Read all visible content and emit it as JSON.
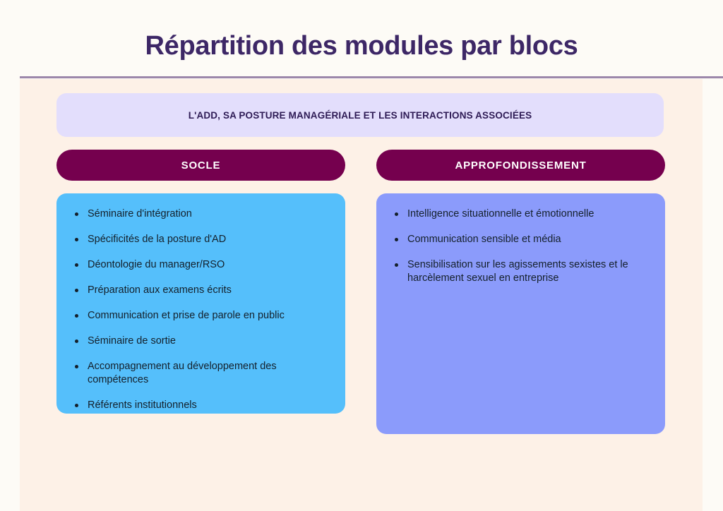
{
  "page": {
    "title": "Répartition des modules par blocs",
    "background_color": "#FDFBF6",
    "content_background_color": "#FDF1E7",
    "divider_color": "#9C87AA",
    "title_color": "#3D2766"
  },
  "banner": {
    "text": "L'ADD, SA POSTURE MANAGÉRIALE ET LES INTERACTIONS ASSOCIÉES",
    "background_color": "#E3DEFC",
    "text_color": "#2E1B55"
  },
  "columns": [
    {
      "heading": "SOCLE",
      "heading_background_color": "#75004E",
      "heading_text_color": "#FFFFFF",
      "panel_color": "#55BFFB",
      "items": [
        "Séminaire d'intégration",
        "Spécificités de la posture d'AD",
        "Déontologie du manager/RSO",
        "Préparation aux examens écrits",
        "Communication et prise de parole en public",
        "Séminaire de sortie",
        "Accompagnement au développement des compétences",
        "Référents institutionnels"
      ]
    },
    {
      "heading": "APPROFONDISSEMENT",
      "heading_background_color": "#75004E",
      "heading_text_color": "#FFFFFF",
      "panel_color": "#8B9BFB",
      "items": [
        "Intelligence situationnelle et émotionnelle",
        "Communication sensible et média",
        "Sensibilisation sur les agissements sexistes et le harcèlement sexuel en entreprise"
      ]
    }
  ]
}
